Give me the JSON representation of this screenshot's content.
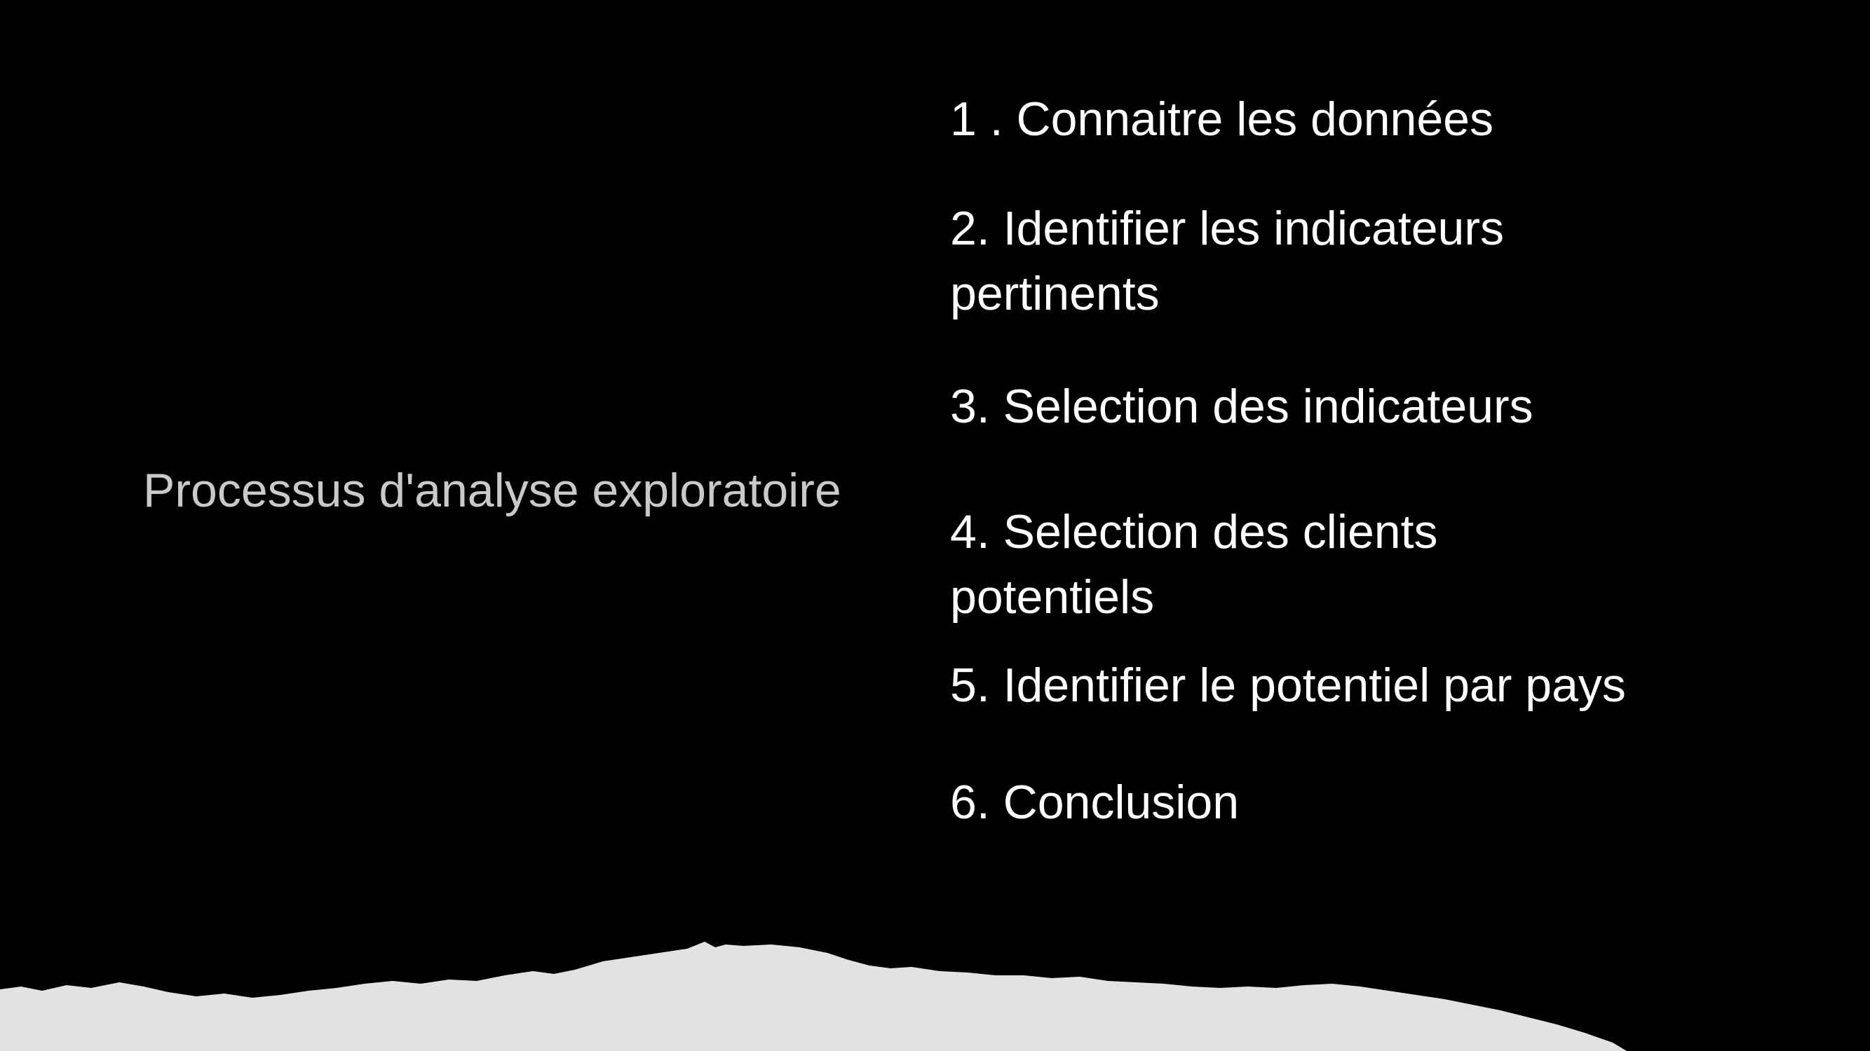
{
  "slide": {
    "title": "Processus d'analyse exploratoire",
    "agenda": [
      {
        "label": "1 . Connaitre les données"
      },
      {
        "label": "2. Identifier les indicateurs pertinents"
      },
      {
        "label": "3. Selection des indicateurs"
      },
      {
        "label": "4. Selection des clients potentiels"
      },
      {
        "label": "5. Identifier le potentiel par pays"
      },
      {
        "label": "6. Conclusion"
      }
    ]
  },
  "colors": {
    "background": "#000000",
    "title_text": "#c9c9c9",
    "agenda_text": "#ffffff",
    "torn_paper": "#e8e8e6"
  }
}
